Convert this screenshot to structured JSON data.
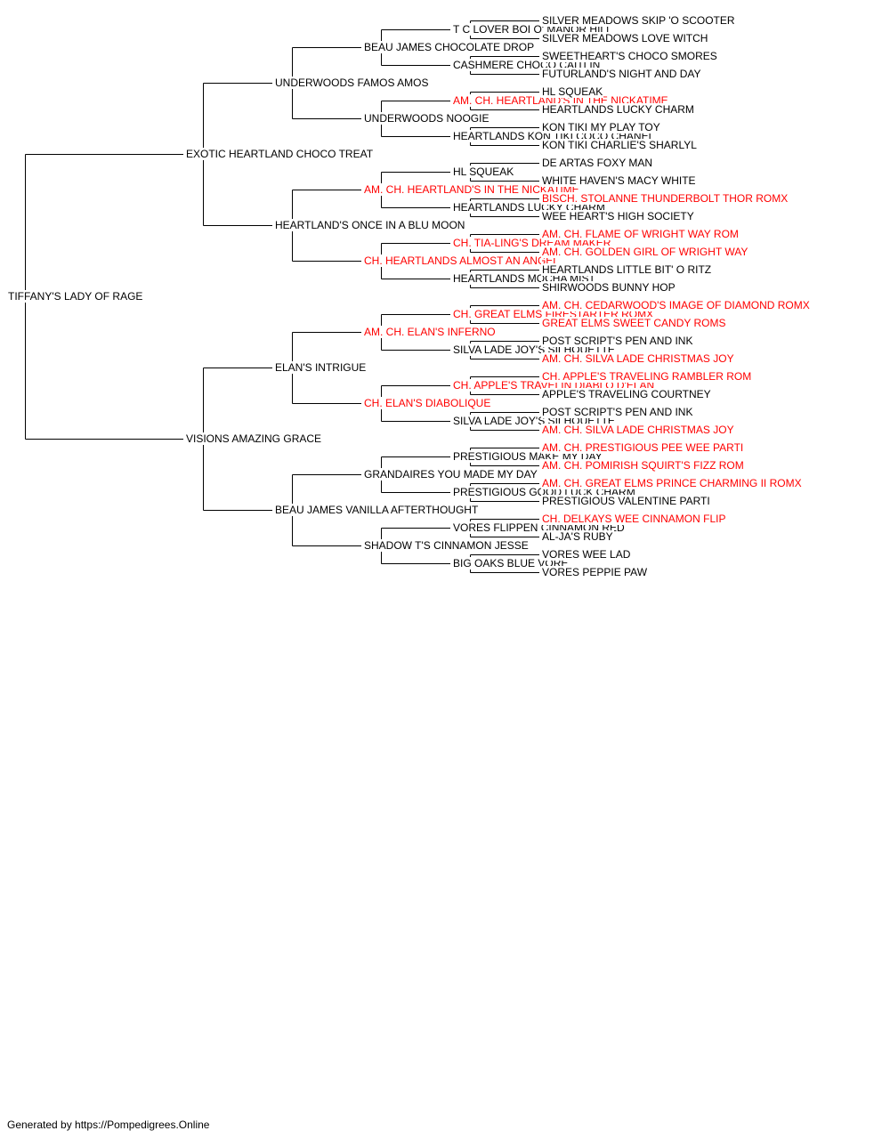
{
  "colors": {
    "normal": "#000000",
    "champion": "#ff0000",
    "line": "#000000"
  },
  "pedigree": {
    "name": "TIFFANY'S LADY OF RAGE",
    "champion": false,
    "sire": {
      "name": "EXOTIC HEARTLAND CHOCO TREAT",
      "champion": false,
      "sire": {
        "name": "UNDERWOODS FAMOS AMOS",
        "champion": false,
        "sire": {
          "name": "BEAU JAMES CHOCOLATE DROP",
          "champion": false,
          "sire": {
            "name": "T C LOVER BOI O' MANOR HILL",
            "champion": false,
            "sire": {
              "name": "SILVER MEADOWS SKIP 'O SCOOTER",
              "champion": false
            },
            "dam": {
              "name": "SILVER MEADOWS LOVE WITCH",
              "champion": false
            }
          },
          "dam": {
            "name": "CASHMERE CHOCO CAITLIN",
            "champion": false,
            "sire": {
              "name": "SWEETHEART'S CHOCO SMORES",
              "champion": false
            },
            "dam": {
              "name": "FUTURLAND'S NIGHT AND DAY",
              "champion": false
            }
          }
        },
        "dam": {
          "name": "UNDERWOODS NOOGIE",
          "champion": false,
          "sire": {
            "name": "AM. CH. HEARTLAND'S IN THE NICKATIME",
            "champion": true,
            "sire": {
              "name": "HL SQUEAK",
              "champion": false
            },
            "dam": {
              "name": "HEARTLANDS LUCKY CHARM",
              "champion": false
            }
          },
          "dam": {
            "name": "HEARTLANDS KON TIKI COCO CHANEL",
            "champion": false,
            "sire": {
              "name": "KON TIKI MY PLAY TOY",
              "champion": false
            },
            "dam": {
              "name": "KON TIKI CHARLIE'S SHARLYL",
              "champion": false
            }
          }
        }
      },
      "dam": {
        "name": "HEARTLAND'S ONCE IN A BLU MOON",
        "champion": false,
        "sire": {
          "name": "AM. CH. HEARTLAND'S IN THE NICKATIME",
          "champion": true,
          "sire": {
            "name": "HL SQUEAK",
            "champion": false,
            "sire": {
              "name": "DE ARTAS FOXY MAN",
              "champion": false
            },
            "dam": {
              "name": "WHITE HAVEN'S MACY WHITE",
              "champion": false
            }
          },
          "dam": {
            "name": "HEARTLANDS LUCKY CHARM",
            "champion": false,
            "sire": {
              "name": "BISCH. STOLANNE THUNDERBOLT THOR ROMX",
              "champion": true
            },
            "dam": {
              "name": "WEE HEART'S HIGH SOCIETY",
              "champion": false
            }
          }
        },
        "dam": {
          "name": "CH. HEARTLANDS ALMOST AN ANGEL",
          "champion": true,
          "sire": {
            "name": "CH. TIA-LING'S DREAM MAKER",
            "champion": true,
            "sire": {
              "name": "AM. CH. FLAME OF WRIGHT WAY ROM",
              "champion": true
            },
            "dam": {
              "name": "AM. CH. GOLDEN GIRL OF WRIGHT WAY",
              "champion": true
            }
          },
          "dam": {
            "name": "HEARTLANDS MOCHA MIST",
            "champion": false,
            "sire": {
              "name": "HEARTLANDS LITTLE BIT' O RITZ",
              "champion": false
            },
            "dam": {
              "name": "SHIRWOODS BUNNY HOP",
              "champion": false
            }
          }
        }
      }
    },
    "dam": {
      "name": "VISIONS AMAZING GRACE",
      "champion": false,
      "sire": {
        "name": "ELAN'S INTRIGUE",
        "champion": false,
        "sire": {
          "name": "AM. CH. ELAN'S INFERNO",
          "champion": true,
          "sire": {
            "name": "CH. GREAT ELMS FIRESTARTER ROMX",
            "champion": true,
            "sire": {
              "name": "AM. CH. CEDARWOOD'S IMAGE OF DIAMOND ROMX",
              "champion": true
            },
            "dam": {
              "name": "GREAT ELMS SWEET CANDY ROMS",
              "champion": true
            }
          },
          "dam": {
            "name": "SILVA LADE JOY'S SILHOUETTE",
            "champion": false,
            "sire": {
              "name": "POST SCRIPT'S PEN AND INK",
              "champion": false
            },
            "dam": {
              "name": "AM. CH. SILVA LADE CHRISTMAS JOY",
              "champion": true
            }
          }
        },
        "dam": {
          "name": "CH. ELAN'S DIABOLIQUE",
          "champion": true,
          "sire": {
            "name": "CH. APPLE'S TRAVELIN DIABLO D'ELAN",
            "champion": true,
            "sire": {
              "name": "CH. APPLE'S TRAVELING RAMBLER ROM",
              "champion": true
            },
            "dam": {
              "name": "APPLE'S TRAVELING COURTNEY",
              "champion": false
            }
          },
          "dam": {
            "name": "SILVA LADE JOY'S SILHOUETTE",
            "champion": false,
            "sire": {
              "name": "POST SCRIPT'S PEN AND INK",
              "champion": false
            },
            "dam": {
              "name": "AM. CH. SILVA LADE CHRISTMAS JOY",
              "champion": true
            }
          }
        }
      },
      "dam": {
        "name": "BEAU JAMES VANILLA AFTERTHOUGHT",
        "champion": false,
        "sire": {
          "name": "GRANDAIRES YOU MADE MY DAY",
          "champion": false,
          "sire": {
            "name": "PRESTIGIOUS MAKE MY DAY",
            "champion": false,
            "sire": {
              "name": "AM. CH. PRESTIGIOUS PEE WEE PARTI",
              "champion": true
            },
            "dam": {
              "name": "AM. CH. POMIRISH SQUIRT'S FIZZ ROM",
              "champion": true
            }
          },
          "dam": {
            "name": "PRESTIGIOUS GOOD LUCK CHARM",
            "champion": false,
            "sire": {
              "name": "AM. CH. GREAT ELMS PRINCE CHARMING II ROMX",
              "champion": true
            },
            "dam": {
              "name": "PRESTIGIOUS VALENTINE PARTI",
              "champion": false
            }
          }
        },
        "dam": {
          "name": "SHADOW T'S CINNAMON JESSE",
          "champion": false,
          "sire": {
            "name": "VORES FLIPPEN CINNAMON RED",
            "champion": false,
            "sire": {
              "name": "CH. DELKAYS WEE CINNAMON FLIP",
              "champion": true
            },
            "dam": {
              "name": "AL-JA'S RUBY",
              "champion": false
            }
          },
          "dam": {
            "name": "BIG OAKS BLUE VORE",
            "champion": false,
            "sire": {
              "name": "VORES WEE LAD",
              "champion": false
            },
            "dam": {
              "name": "VORES PEPPIE PAW",
              "champion": false
            }
          }
        }
      }
    }
  },
  "footer": {
    "text": "Generated by https://Pompedigrees.Online"
  }
}
